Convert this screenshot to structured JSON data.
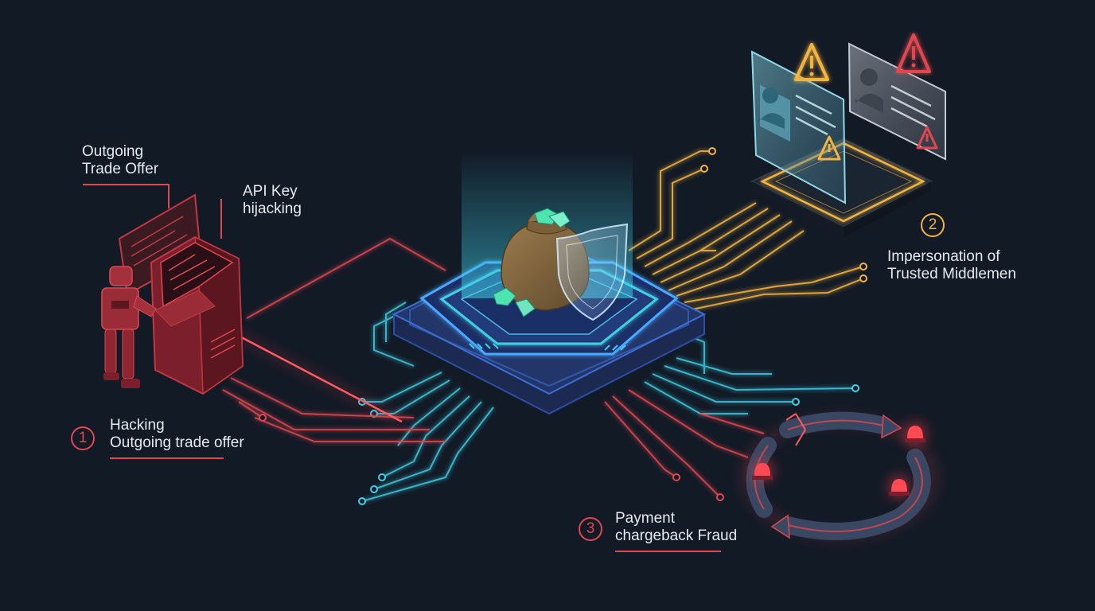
{
  "colors": {
    "background": "#121a26",
    "threat_red": "#e0474f",
    "circuit_cyan": "#3fd0e6",
    "circuit_gold": "#f2b441",
    "platform_blue": "#3c6fd6",
    "text": "#e6e9ef"
  },
  "labels": {
    "outgoing_trade_offer": [
      "Outgoing",
      "Trade Offer"
    ],
    "api_key_hijacking": [
      "API Key",
      "hijacking"
    ],
    "hacking": [
      "Hacking",
      "Outgoing trade offer"
    ],
    "impersonation": [
      "Impersonation of",
      "Trusted Middlemen"
    ],
    "payment": [
      "Payment",
      "chargeback Fraud"
    ]
  },
  "badges": {
    "one": "1",
    "two": "2",
    "three": "3"
  },
  "icons": {
    "center": [
      "money-bag-icon",
      "gem-icon",
      "shield-icon"
    ],
    "threat_1": [
      "robot-icon",
      "terminal-icon",
      "laser-beam-icon"
    ],
    "threat_2": [
      "id-card-icon",
      "warning-icon"
    ],
    "threat_3": [
      "broken-cycle-icon",
      "alarm-light-icon"
    ]
  }
}
